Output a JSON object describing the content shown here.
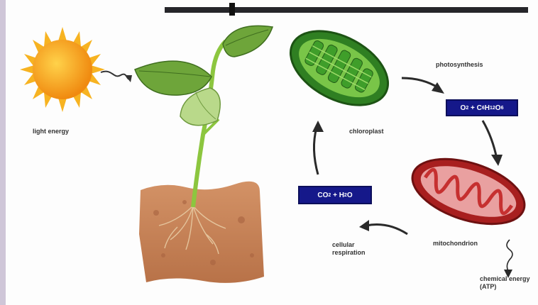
{
  "labels": {
    "light_energy": "light energy",
    "photosynthesis": "photosynthesis",
    "chloroplast": "chloroplast",
    "mitochondrion": "mitochondrion",
    "cellular_respiration": "cellular\nrespiration",
    "chemical_energy": "chemical energy\n(ATP)"
  },
  "formulas": {
    "products": {
      "o2": "O",
      "o2_sub": "2",
      "plus": " + C",
      "c_sub": "6",
      "h": "H",
      "h_sub": "12",
      "o": "O",
      "o_sub": "6"
    },
    "reactants": {
      "co2": "CO",
      "co2_sub": "2",
      "plus": " + H",
      "h_sub": "2",
      "o": "O"
    }
  },
  "colors": {
    "formula_box": "#15188a",
    "sun": "#f6a31a",
    "leaf": "#6ea53a",
    "soil": "#c98a5c",
    "chloroplast": "#3f9e2a",
    "mitochondrion": "#c63030"
  },
  "icons": [
    "sun-icon",
    "plant-icon",
    "soil-icon",
    "chloroplast-icon",
    "mitochondrion-icon",
    "cycle-arrow-icon"
  ]
}
